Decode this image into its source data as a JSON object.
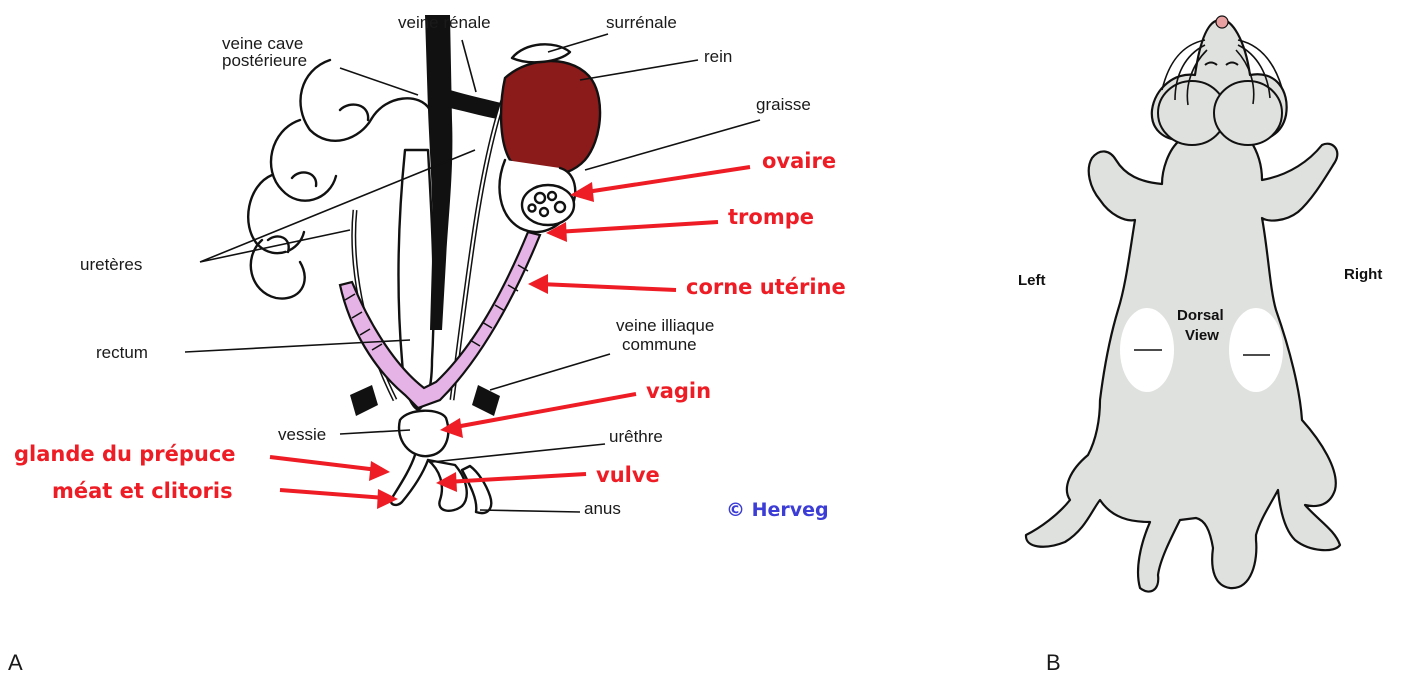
{
  "panel_a": {
    "panel_label": "A",
    "labels_black": {
      "veine_renale": "veine rénale",
      "veine_cave_1": "veine cave",
      "veine_cave_2": "postérieure",
      "surrenale": "surrénale",
      "rein": "rein",
      "graisse": "graisse",
      "ureteres": "uretères",
      "rectum": "rectum",
      "veine_illiaque_1": "veine illiaque",
      "veine_illiaque_2": "commune",
      "vessie": "vessie",
      "urethre": "urêthre",
      "anus": "anus"
    },
    "labels_red": {
      "ovaire": "ovaire",
      "trompe": "trompe",
      "corne": "corne utérine",
      "vagin": "vagin",
      "glande": "glande du prépuce",
      "meat": "méat et clitoris",
      "vulve": "vulve"
    },
    "copyright": "© Herveg",
    "colors": {
      "kidney": "#8b1a1a",
      "uterus": "#e6b3e6",
      "red_label": "#ee1c24",
      "copyright": "#3c3cd6"
    }
  },
  "panel_b": {
    "panel_label": "B",
    "left_label": "Left",
    "right_label": "Right",
    "view_line_1": "Dorsal",
    "view_line_2": "View",
    "colors": {
      "body": "#dfe1de",
      "nose": "#e8a0a0"
    }
  }
}
